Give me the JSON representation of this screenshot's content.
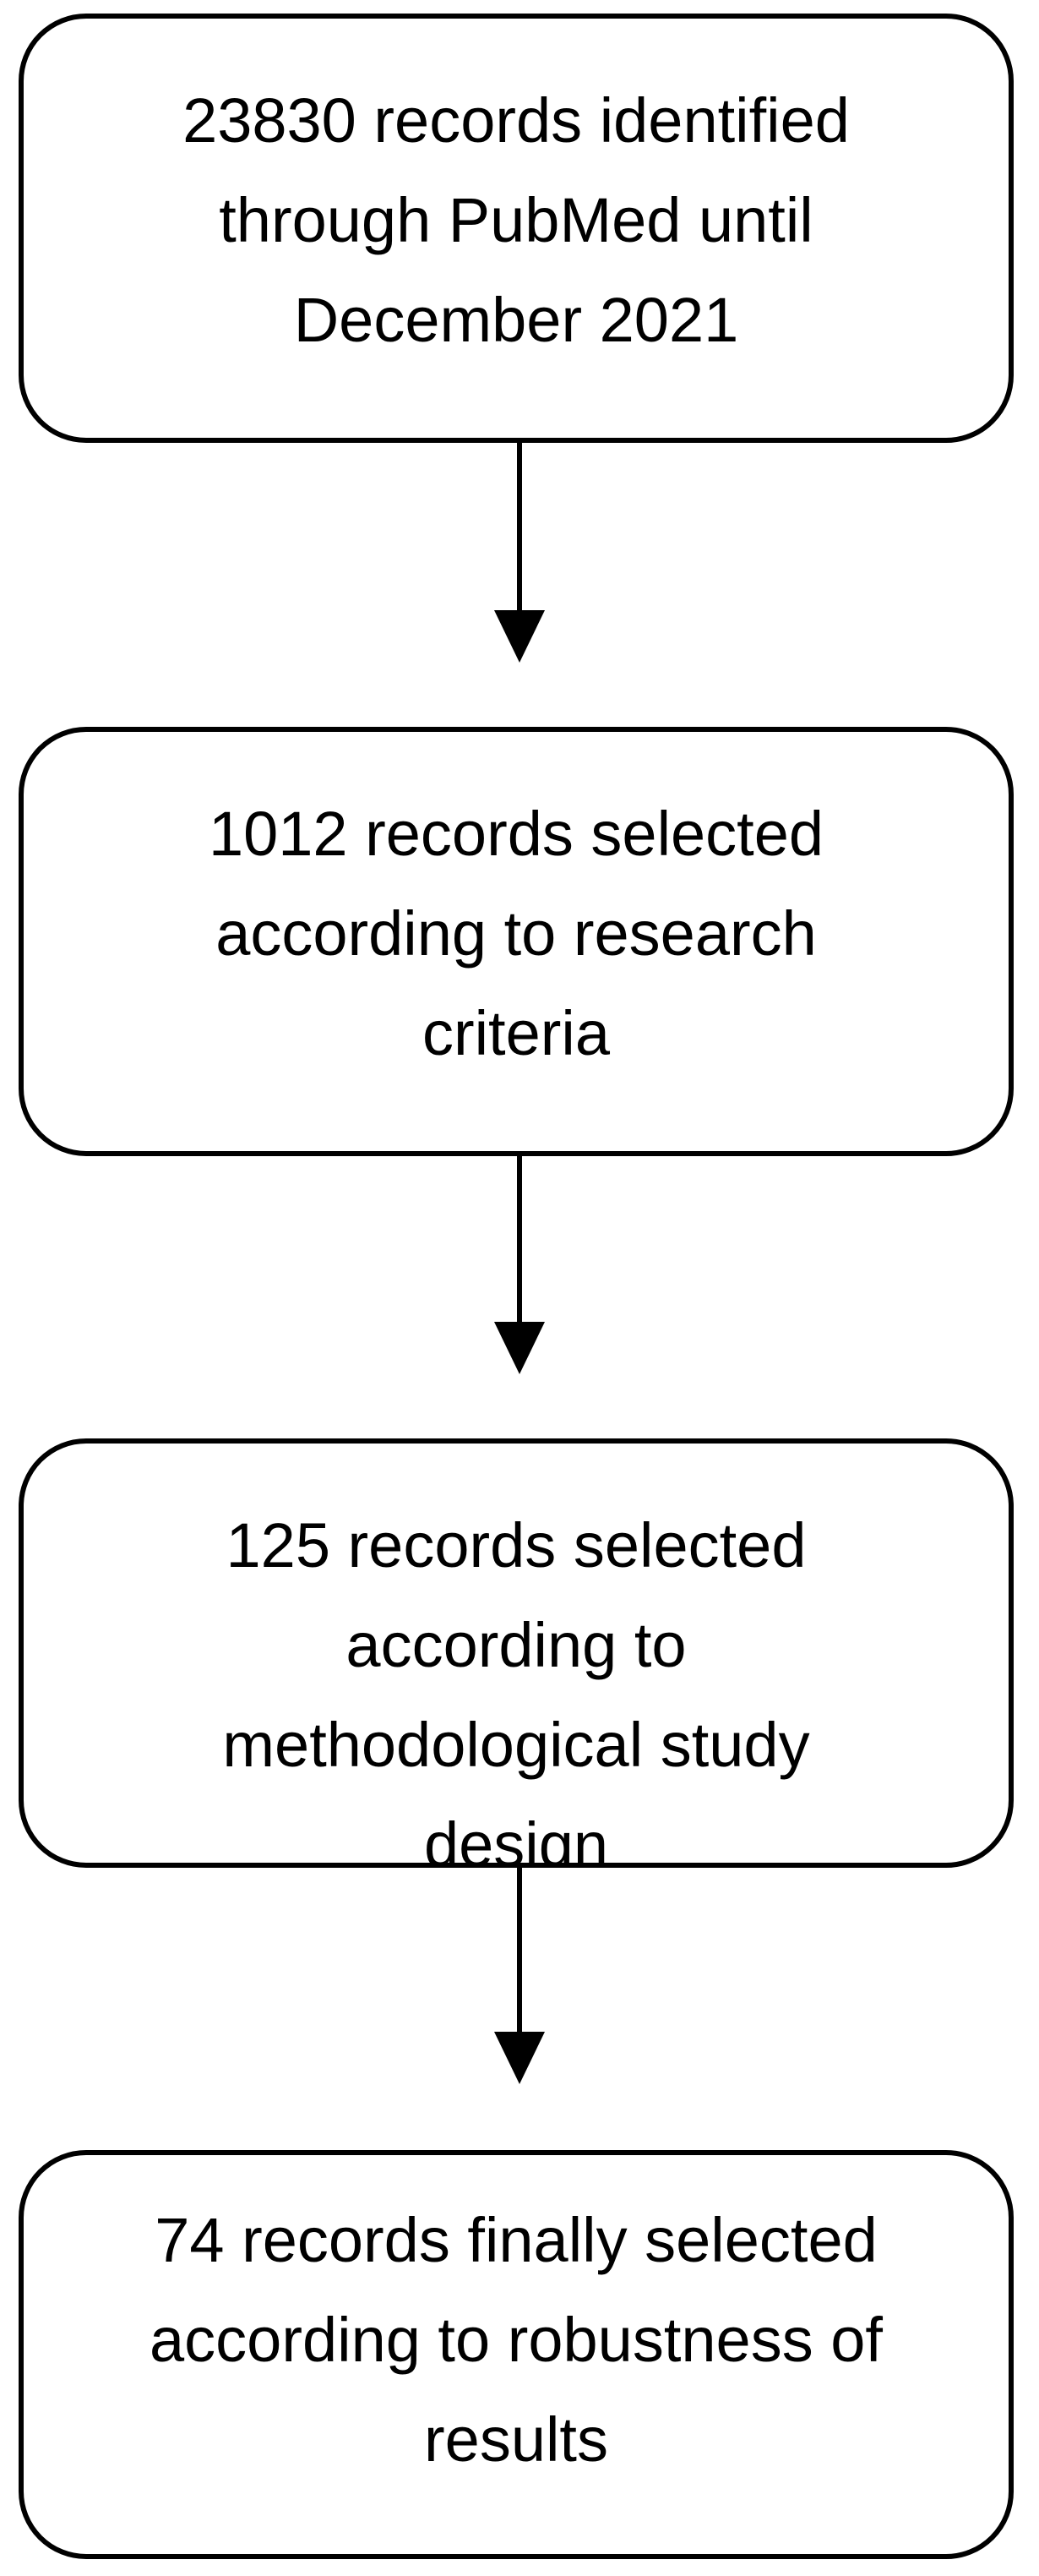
{
  "flowchart": {
    "steps": [
      {
        "text": "23830 records identified\nthrough PubMed until\nDecember 2021"
      },
      {
        "text": "1012 records selected\naccording to research\ncriteria"
      },
      {
        "text": "125 records selected\naccording to\nmethodological study\ndesign"
      },
      {
        "text": "74 records finally selected\naccording to robustness of\nresults"
      }
    ],
    "colors": {
      "stroke": "#000000",
      "background": "#ffffff",
      "text": "#000000"
    }
  }
}
